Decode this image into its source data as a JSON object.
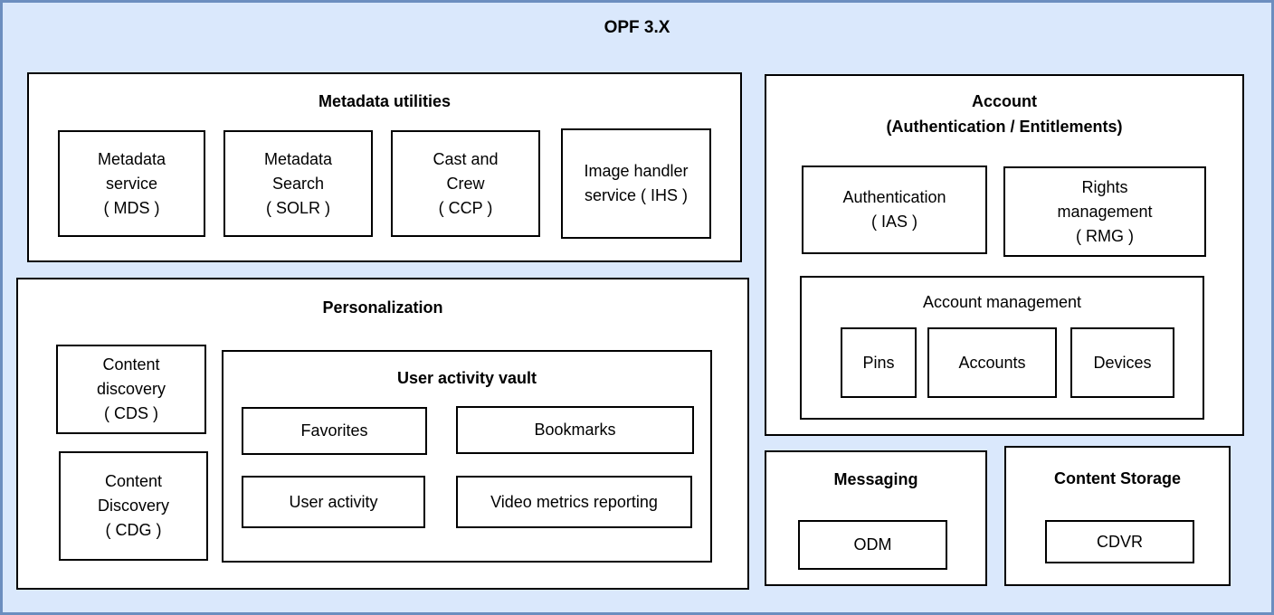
{
  "diagram_title": "OPF 3.X",
  "colors": {
    "canvas_fill": "#dae8fc",
    "canvas_border": "#6c8ebf",
    "node_fill": "#ffffff",
    "node_border": "#000000"
  },
  "groups": {
    "metadata_utilities": {
      "title": "Metadata utilities",
      "items": [
        {
          "label": "Metadata\nservice\n( MDS )"
        },
        {
          "label": "Metadata\nSearch\n( SOLR )"
        },
        {
          "label": "Cast and\nCrew\n( CCP )"
        },
        {
          "label": "Image handler\nservice ( IHS )"
        }
      ]
    },
    "personalization": {
      "title": "Personalization",
      "items": [
        {
          "label": "Content\ndiscovery\n( CDS )"
        },
        {
          "label": "Content\nDiscovery\n( CDG )"
        }
      ],
      "user_activity_vault": {
        "title": "User activity vault",
        "items": [
          {
            "label": "Favorites"
          },
          {
            "label": "Bookmarks"
          },
          {
            "label": "User activity"
          },
          {
            "label": "Video metrics reporting"
          }
        ]
      }
    },
    "account": {
      "title": "Account\n(Authentication / Entitlements)",
      "items": [
        {
          "label": "Authentication\n( IAS )"
        },
        {
          "label": "Rights\nmanagement\n( RMG )"
        }
      ],
      "account_management": {
        "title": "Account management",
        "items": [
          {
            "label": "Pins"
          },
          {
            "label": "Accounts"
          },
          {
            "label": "Devices"
          }
        ]
      }
    },
    "messaging": {
      "title": "Messaging",
      "items": [
        {
          "label": "ODM"
        }
      ]
    },
    "content_storage": {
      "title": "Content Storage",
      "items": [
        {
          "label": "CDVR"
        }
      ]
    }
  }
}
